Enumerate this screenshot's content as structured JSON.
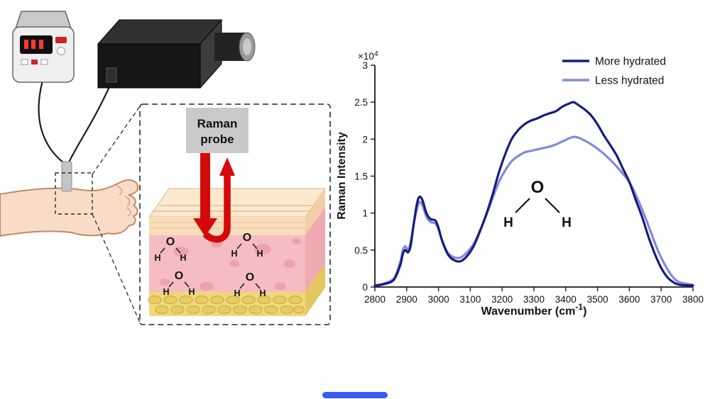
{
  "figure": {
    "background": "#ffffff"
  },
  "diagram": {
    "probe_label_line1": "Raman",
    "probe_label_line2": "probe",
    "molecule": {
      "o": "O",
      "h": "H"
    },
    "colors": {
      "arrow_red": "#d40909",
      "epidermis": "#f9dcba",
      "dermis": "#f5bcc2",
      "fat": "#efd87b",
      "skin_tone": "#f9dcc8"
    }
  },
  "chart_data": {
    "type": "line",
    "title": "",
    "xlabel": "Wavenumber (cm⁻¹)",
    "xlabel_parts": {
      "pre": "Wavenumber (cm",
      "sup": "-1",
      "post": ")"
    },
    "ylabel": "Raman Intensity",
    "y_exponent": "×10⁴",
    "y_exponent_parts": {
      "pre": "×10",
      "sup": "4"
    },
    "xlim": [
      2800,
      3800
    ],
    "ylim": [
      0,
      3
    ],
    "y_scale_exponent": 4,
    "grid": false,
    "legend_position": "top-right",
    "xticks": [
      2800,
      2900,
      3000,
      3100,
      3200,
      3300,
      3400,
      3500,
      3600,
      3700,
      3800
    ],
    "yticks": [
      0,
      0.5,
      1,
      1.5,
      2,
      2.5,
      3
    ],
    "annotation": {
      "o": "O",
      "h_left": "H",
      "h_right": "H"
    },
    "series": [
      {
        "name": "More hydrated",
        "color": "#161c7d",
        "x": [
          2800,
          2830,
          2860,
          2880,
          2888,
          2896,
          2904,
          2912,
          2922,
          2932,
          2940,
          2950,
          2962,
          2975,
          2990,
          3000,
          3012,
          3030,
          3050,
          3070,
          3090,
          3110,
          3130,
          3150,
          3170,
          3190,
          3210,
          3230,
          3250,
          3270,
          3290,
          3310,
          3330,
          3350,
          3370,
          3390,
          3410,
          3425,
          3440,
          3460,
          3480,
          3500,
          3520,
          3540,
          3560,
          3580,
          3600,
          3620,
          3640,
          3660,
          3680,
          3700,
          3720,
          3740,
          3760,
          3800
        ],
        "y": [
          0.02,
          0.04,
          0.1,
          0.3,
          0.45,
          0.5,
          0.47,
          0.55,
          0.85,
          1.12,
          1.22,
          1.17,
          1.0,
          0.92,
          0.9,
          0.8,
          0.62,
          0.44,
          0.36,
          0.35,
          0.42,
          0.55,
          0.75,
          0.98,
          1.25,
          1.55,
          1.8,
          2.0,
          2.12,
          2.2,
          2.25,
          2.28,
          2.32,
          2.35,
          2.38,
          2.44,
          2.48,
          2.5,
          2.46,
          2.4,
          2.32,
          2.2,
          2.05,
          1.92,
          1.78,
          1.6,
          1.42,
          1.18,
          0.95,
          0.68,
          0.45,
          0.26,
          0.13,
          0.06,
          0.03,
          0.02
        ]
      },
      {
        "name": "Less hydrated",
        "color": "#7e8bd9",
        "x": [
          2800,
          2830,
          2860,
          2880,
          2888,
          2896,
          2904,
          2912,
          2922,
          2932,
          2940,
          2950,
          2962,
          2975,
          2990,
          3000,
          3012,
          3030,
          3050,
          3070,
          3090,
          3110,
          3130,
          3150,
          3170,
          3190,
          3210,
          3230,
          3250,
          3270,
          3290,
          3310,
          3330,
          3350,
          3370,
          3390,
          3410,
          3425,
          3440,
          3460,
          3480,
          3500,
          3520,
          3540,
          3560,
          3580,
          3600,
          3620,
          3640,
          3660,
          3680,
          3700,
          3720,
          3740,
          3760,
          3800
        ],
        "y": [
          0.02,
          0.05,
          0.12,
          0.34,
          0.5,
          0.55,
          0.5,
          0.6,
          0.85,
          1.05,
          1.15,
          1.1,
          0.95,
          0.88,
          0.86,
          0.78,
          0.62,
          0.46,
          0.4,
          0.4,
          0.47,
          0.58,
          0.76,
          0.97,
          1.2,
          1.42,
          1.58,
          1.7,
          1.77,
          1.82,
          1.84,
          1.86,
          1.88,
          1.9,
          1.93,
          1.97,
          2.01,
          2.03,
          2.02,
          1.98,
          1.93,
          1.87,
          1.8,
          1.72,
          1.63,
          1.53,
          1.42,
          1.25,
          1.05,
          0.83,
          0.6,
          0.4,
          0.24,
          0.12,
          0.06,
          0.03
        ]
      }
    ]
  }
}
